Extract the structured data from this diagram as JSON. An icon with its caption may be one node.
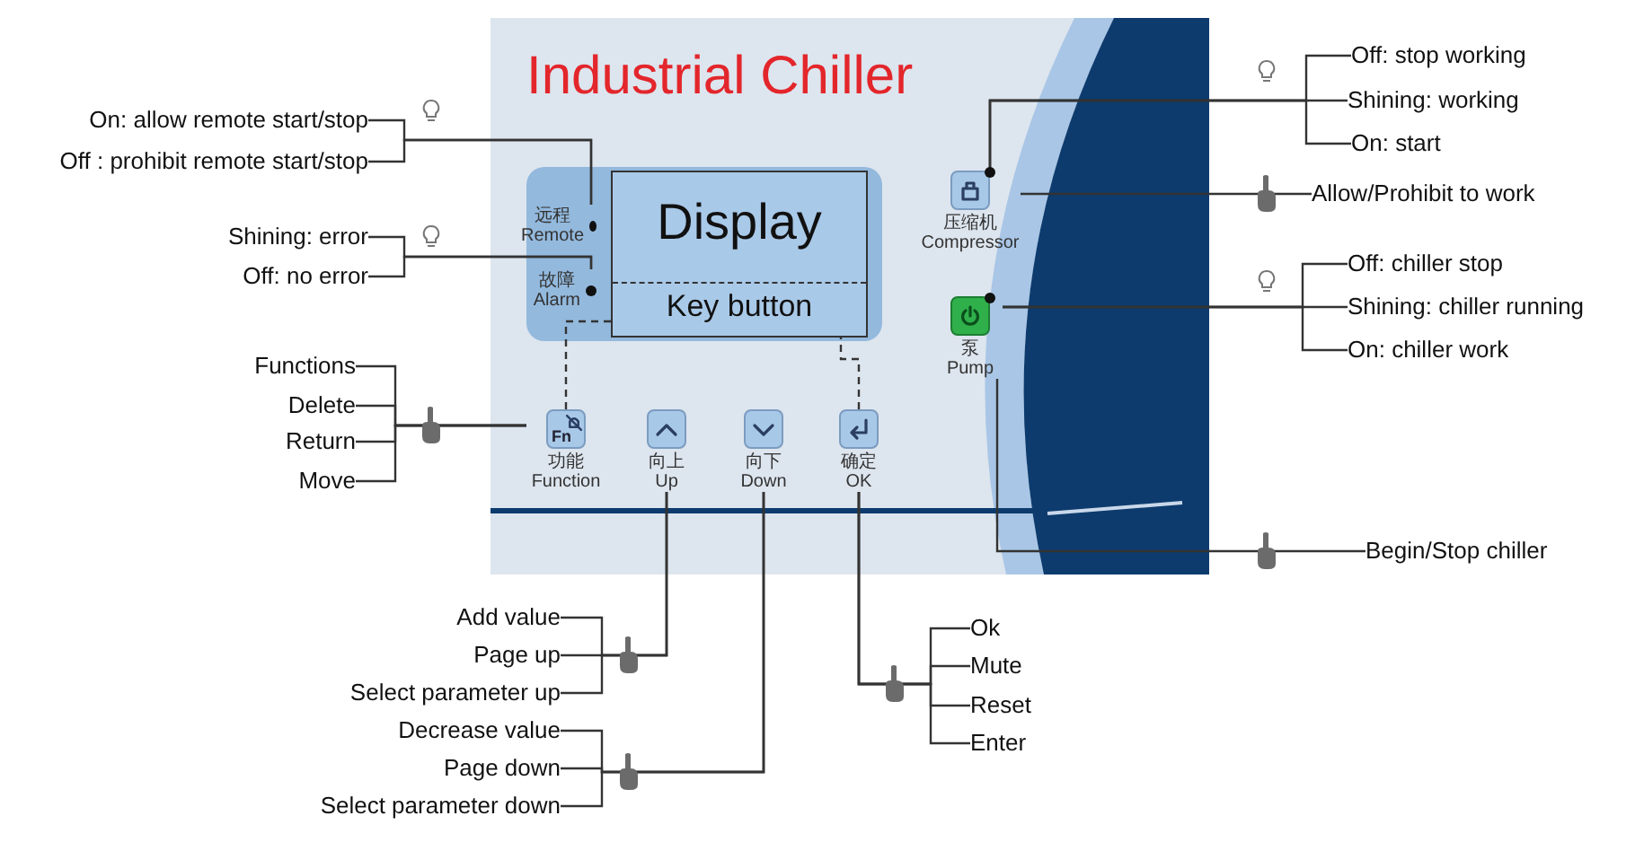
{
  "diagram": {
    "nodes": [
      {
        "text": [
          "Industrial Chiller"
        ]
      },
      {
        "text": [
          "Display",
          "Key button"
        ],
        "in": 0
      },
      {
        "text": [
          "远程",
          "Remote"
        ],
        "in": 0
      },
      {
        "text": [
          "故障",
          "Alarm"
        ],
        "in": 0
      },
      {
        "text": [
          "Fn",
          "功能",
          "Function"
        ],
        "in": 0
      },
      {
        "text": [
          "向上",
          "Up"
        ],
        "in": 0
      },
      {
        "text": [
          "向下",
          "Down"
        ],
        "in": 0
      },
      {
        "text": [
          "确定",
          "OK"
        ],
        "in": 0
      },
      {
        "text": [
          "压缩机",
          "Compressor"
        ],
        "in": 0
      },
      {
        "text": [
          "泵",
          "Pump"
        ],
        "in": 0
      },
      {
        "text": [
          "On: allow remote start/stop"
        ]
      },
      {
        "text": [
          "Off : prohibit remote start/stop"
        ]
      },
      {
        "text": [
          "Shining: error"
        ]
      },
      {
        "text": [
          "Off: no error"
        ]
      },
      {
        "text": [
          "Functions"
        ]
      },
      {
        "text": [
          "Delete"
        ]
      },
      {
        "text": [
          "Return"
        ]
      },
      {
        "text": [
          "Move"
        ]
      },
      {
        "text": [
          "Add value"
        ]
      },
      {
        "text": [
          "Page up"
        ]
      },
      {
        "text": [
          "Select parameter up"
        ]
      },
      {
        "text": [
          "Decrease value"
        ]
      },
      {
        "text": [
          "Page down"
        ]
      },
      {
        "text": [
          "Select parameter down"
        ]
      },
      {
        "text": [
          "Ok"
        ]
      },
      {
        "text": [
          "Mute"
        ]
      },
      {
        "text": [
          "Reset"
        ]
      },
      {
        "text": [
          "Enter"
        ]
      },
      {
        "text": [
          "Off: stop working"
        ]
      },
      {
        "text": [
          "Shining: working"
        ]
      },
      {
        "text": [
          "On: start"
        ]
      },
      {
        "text": [
          "Allow/Prohibit to work"
        ]
      },
      {
        "text": [
          "Off: chiller stop"
        ]
      },
      {
        "text": [
          "Shining: chiller running"
        ]
      },
      {
        "text": [
          "On: chiller work"
        ]
      },
      {
        "text": [
          "Begin/Stop chiller"
        ]
      }
    ],
    "edges": [
      {
        "from": 10,
        "to": 2,
        "arrow": "none"
      },
      {
        "from": 11,
        "to": 2,
        "arrow": "none"
      },
      {
        "from": 12,
        "to": 3,
        "arrow": "none"
      },
      {
        "from": 13,
        "to": 3,
        "arrow": "none"
      },
      {
        "from": 14,
        "to": 4,
        "arrow": "none"
      },
      {
        "from": 15,
        "to": 4,
        "arrow": "none"
      },
      {
        "from": 16,
        "to": 4,
        "arrow": "none"
      },
      {
        "from": 17,
        "to": 4,
        "arrow": "none"
      },
      {
        "from": 18,
        "to": 5,
        "arrow": "none"
      },
      {
        "from": 19,
        "to": 5,
        "arrow": "none"
      },
      {
        "from": 20,
        "to": 5,
        "arrow": "none"
      },
      {
        "from": 21,
        "to": 6,
        "arrow": "none"
      },
      {
        "from": 22,
        "to": 6,
        "arrow": "none"
      },
      {
        "from": 23,
        "to": 6,
        "arrow": "none"
      },
      {
        "from": 24,
        "to": 7,
        "arrow": "none"
      },
      {
        "from": 25,
        "to": 7,
        "arrow": "none"
      },
      {
        "from": 26,
        "to": 7,
        "arrow": "none"
      },
      {
        "from": 27,
        "to": 7,
        "arrow": "none"
      },
      {
        "from": 28,
        "to": 8,
        "arrow": "none"
      },
      {
        "from": 29,
        "to": 8,
        "arrow": "none"
      },
      {
        "from": 30,
        "to": 8,
        "arrow": "none"
      },
      {
        "from": 31,
        "to": 8,
        "arrow": "none"
      },
      {
        "from": 32,
        "to": 9,
        "arrow": "none"
      },
      {
        "from": 33,
        "to": 9,
        "arrow": "none"
      },
      {
        "from": 34,
        "to": 9,
        "arrow": "none"
      },
      {
        "from": 35,
        "to": 9,
        "arrow": "none"
      },
      {
        "from": 4,
        "to": 1,
        "arrow": "none",
        "style": "dashed"
      },
      {
        "from": 7,
        "to": 1,
        "arrow": "none",
        "style": "dashed"
      }
    ]
  }
}
